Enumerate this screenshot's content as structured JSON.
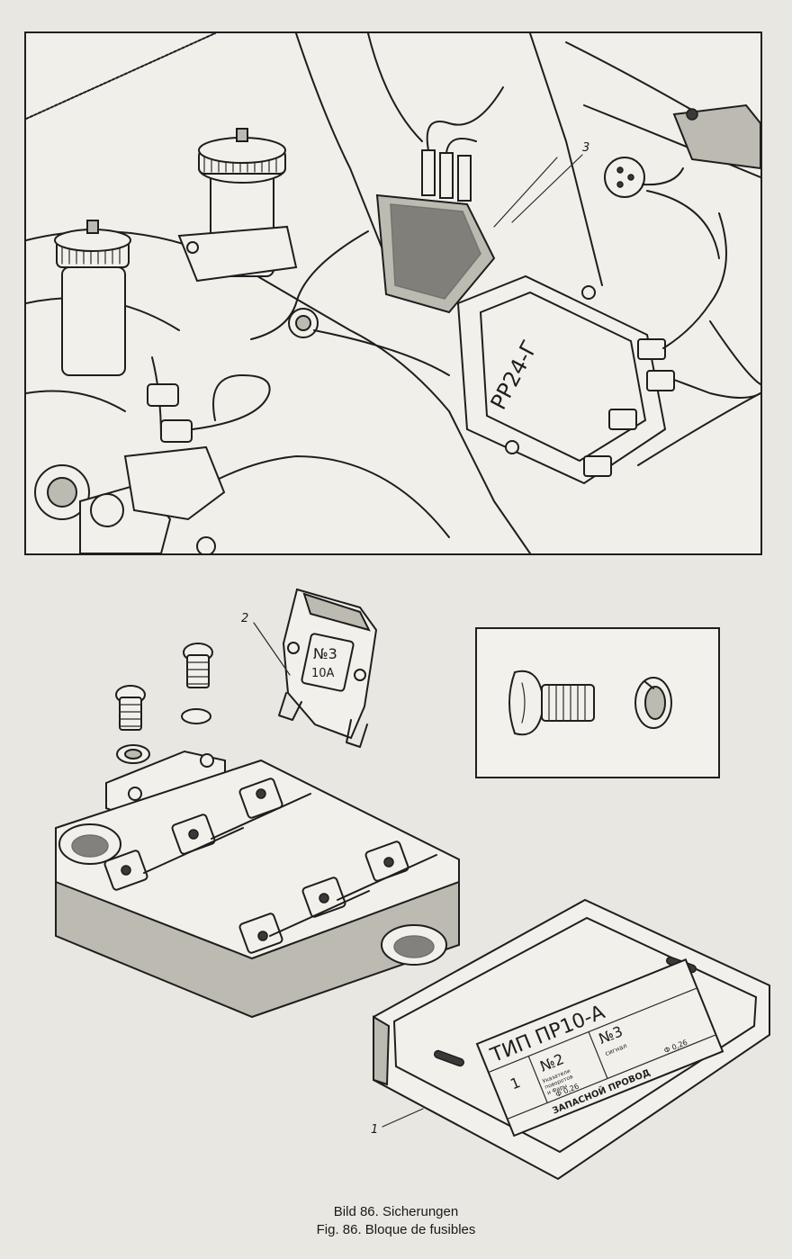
{
  "figure": {
    "caption_de": "Bild 86. Sicherungen",
    "caption_fr": "Fig. 86. Bloque de fusibles"
  },
  "callouts": {
    "one": "1",
    "two": "2",
    "three": "3"
  },
  "regulator": {
    "marking": "РР24-Г"
  },
  "fuse_clip": {
    "number": "№3",
    "rating": "10А"
  },
  "cover_label": {
    "title": "ТИП ПР10-А",
    "col1_number": "1",
    "col2_number": "№2",
    "col2_text_a": "Указатели",
    "col2_text_b": "поворотов",
    "col2_text_c": "и Фары",
    "col3_number": "№3",
    "col3_text": "сигнал",
    "col2_value": "Ф 0,26",
    "col3_value": "Ф 0,26",
    "bottom_text": "ЗАПАСНОЙ ПРОВОД"
  }
}
